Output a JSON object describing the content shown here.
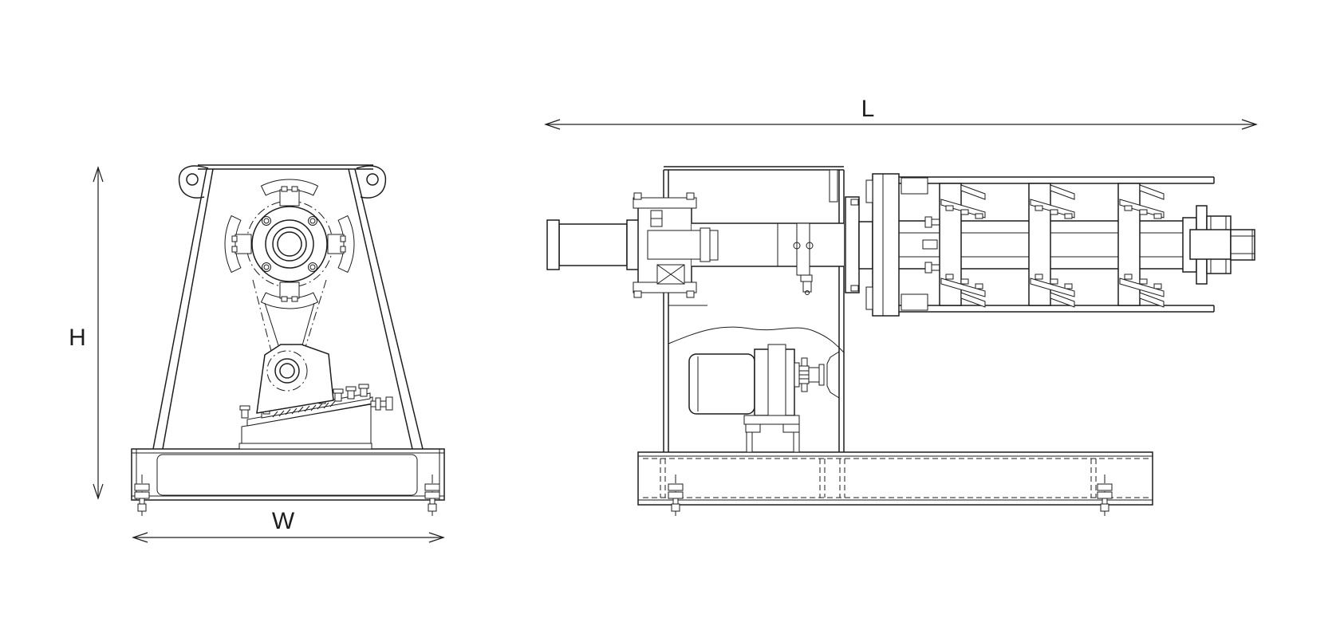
{
  "canvas": {
    "background": "#ffffff",
    "line_color": "#1d1d1d"
  },
  "dimension_labels": {
    "height": "H",
    "width": "W",
    "length": "L"
  }
}
